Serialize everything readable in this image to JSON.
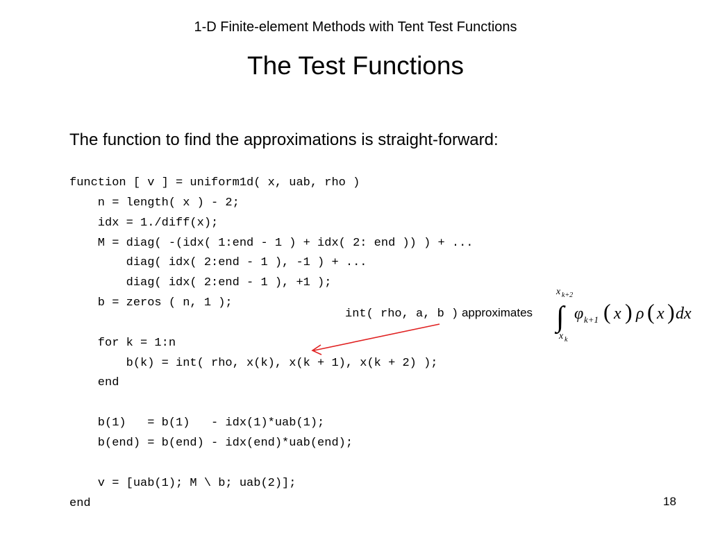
{
  "slide": {
    "header": "1-D Finite-element Methods with Tent Test Functions",
    "title": "The Test Functions",
    "intro": "The function to find the approximations is straight-forward:",
    "number": "18"
  },
  "code_lines": [
    "function [ v ] = uniform1d( x, uab, rho )",
    "    n = length( x ) - 2;",
    "    idx = 1./diff(x);",
    "    M = diag( -(idx( 1:end - 1 ) + idx( 2: end )) ) + ...",
    "        diag( idx( 2:end - 1 ), -1 ) + ...",
    "        diag( idx( 2:end - 1 ), +1 );",
    "    b = zeros ( n, 1 );",
    "",
    "    for k = 1:n",
    "        b(k) = int( rho, x(k), x(k + 1), x(k + 2) );",
    "    end",
    "",
    "    b(1)   = b(1)   - idx(1)*uab(1);",
    "    b(end) = b(end) - idx(end)*uab(end);",
    "",
    "    v = [uab(1); M \\ b; uab(2)];",
    "end"
  ],
  "annotation": {
    "code": "int( rho, a, b )",
    "text": "approximates"
  },
  "formula": {
    "upper_limit_var": "x",
    "upper_limit_sub": "k+2",
    "lower_limit_var": "x",
    "lower_limit_sub": "k",
    "integral_sign": "∫",
    "phi": "φ",
    "phi_sub": "k+1",
    "lparen1": "(",
    "x1": "x",
    "rparen1": ")",
    "rho": "ρ",
    "lparen2": "(",
    "x2": "x",
    "rparen2": ")",
    "dx": "dx"
  },
  "colors": {
    "arrow": "#e02020",
    "text": "#000000",
    "background": "#ffffff"
  }
}
